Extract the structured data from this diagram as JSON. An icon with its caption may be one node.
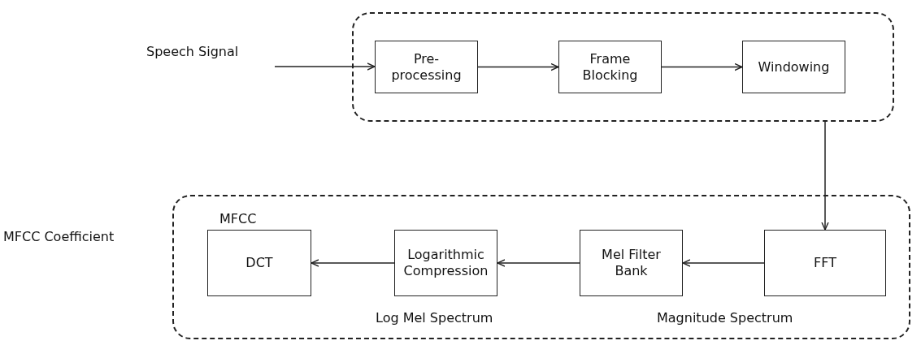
{
  "diagram": {
    "nodes": [
      {
        "text": [
          "Speech Signal"
        ]
      },
      {
        "text": [],
        "shape": "box"
      },
      {
        "text": [
          "Pre- processing"
        ],
        "in": 1
      },
      {
        "text": [
          "Frame Blocking"
        ],
        "in": 1
      },
      {
        "text": [
          "Windowing"
        ],
        "in": 1
      },
      {
        "text": [
          "MFCC"
        ]
      },
      {
        "text": [
          "FFT"
        ],
        "in": 5
      },
      {
        "text": [
          "Mel Filter Bank"
        ],
        "in": 5
      },
      {
        "text": [
          "Logarithmic Compression"
        ],
        "in": 5
      },
      {
        "text": [
          "DCT"
        ],
        "in": 5
      }
    ],
    "edges": [
      {
        "from": 0,
        "to": 2,
        "arrow": "to"
      },
      {
        "from": 2,
        "to": 3,
        "arrow": "to"
      },
      {
        "from": 3,
        "to": 4,
        "arrow": "to"
      },
      {
        "from": 1,
        "to": 6,
        "arrow": "to"
      },
      {
        "from": 6,
        "to": 7,
        "arrow": "to"
      },
      {
        "from": 7,
        "to": 8,
        "arrow": "to"
      },
      {
        "from": 8,
        "to": 9,
        "arrow": "to"
      }
    ],
    "labels": [
      "MFCC Coefficient",
      "Log Mel Spectrum",
      "Magnitude Spectrum"
    ]
  }
}
